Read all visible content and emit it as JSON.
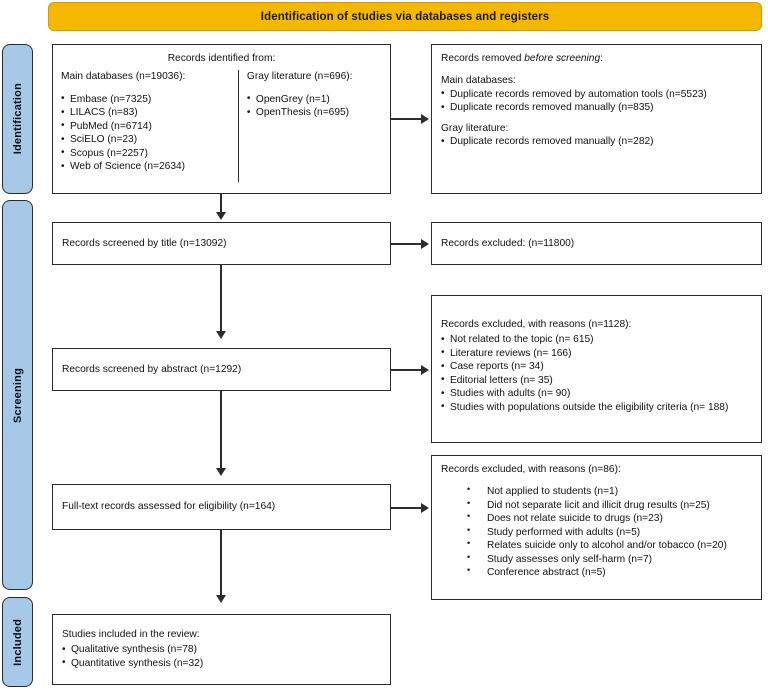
{
  "banner": {
    "title": "Identification of studies via databases and registers"
  },
  "stages": [
    {
      "name": "identification",
      "label": "Identification"
    },
    {
      "name": "screening",
      "label": "Screening"
    },
    {
      "name": "included",
      "label": "Included"
    }
  ],
  "boxes": {
    "identified": {
      "header": "Records identified from:",
      "left_title": "Main databases (n=19036):",
      "left_items": [
        "Embase (n=7325)",
        "LILACS (n=83)",
        "PubMed (n=6714)",
        "SciELO (n=23)",
        "Scopus (n=2257)",
        "Web of Science (n=2634)"
      ],
      "right_title": "Gray literature (n=696):",
      "right_items": [
        "OpenGrey (n=1)",
        "OpenThesis (n=695)"
      ]
    },
    "removed": {
      "title_before": "Records removed ",
      "title_italic": "before screening",
      "title_after": ":",
      "group1_title": "Main databases:",
      "group1_items": [
        "Duplicate records removed by automation tools (n=5523)",
        "Duplicate records removed manually (n=835)"
      ],
      "group2_title": "Gray literature:",
      "group2_items": [
        "Duplicate records removed manually (n=282)"
      ]
    },
    "screened_title": {
      "text": "Records screened by title (n=13092)"
    },
    "excluded_title": {
      "text": "Records excluded: (n=11800)"
    },
    "screened_abstract": {
      "text": "Records screened by abstract (n=1292)"
    },
    "excluded_reasons1": {
      "title": "Records excluded, with reasons (n=1128):",
      "items": [
        "Not related to the topic (n= 615)",
        "Literature reviews (n= 166)",
        "Case reports (n= 34)",
        "Editorial letters (n= 35)",
        "Studies with adults (n= 90)",
        "Studies with populations outside the eligibility criteria (n= 188)"
      ]
    },
    "fulltext": {
      "text": "Full-text records assessed for eligibility (n=164)"
    },
    "excluded_reasons2": {
      "title": "Records excluded, with reasons (n=86):",
      "items": [
        "Not applied to students (n=1)",
        "Did not separate licit and illicit drug results (n=25)",
        "Does not relate suicide to drugs (n=23)",
        "Study performed with adults (n=5)",
        "Relates suicide only to alcohol and/or tobacco (n=20)",
        "Study assesses only self-harm (n=7)",
        "Conference abstract (n=5)"
      ]
    },
    "included": {
      "title": "Studies included in the review:",
      "items": [
        "Qualitative synthesis (n=78)",
        "Quantitative synthesis (n=32)"
      ]
    }
  },
  "colors": {
    "banner_fill": "#F5B800",
    "banner_border": "#D79B00",
    "stage_fill": "#A6C9E8",
    "line": "#2b2b2b",
    "box_border": "#2b2b2b"
  }
}
